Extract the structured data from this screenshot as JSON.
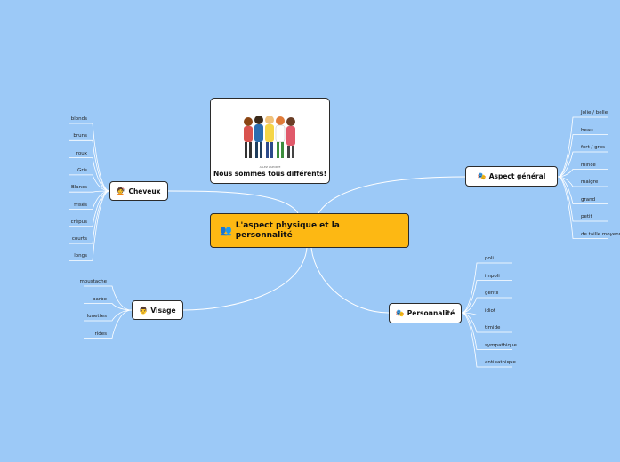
{
  "colors": {
    "background": "#9cc9f7",
    "central": "#fdb813",
    "line": "#ffffff",
    "node": "#ffffff"
  },
  "central": {
    "icon": "two-persons-icon",
    "title_line1": "L'aspect physique et la",
    "title_line2": "personnalité"
  },
  "image_card": {
    "caption": "Nous sommes tous différents!",
    "small_text": "ALLEZ LAPORTE",
    "icon": "diverse-people-illustration"
  },
  "branches": {
    "cheveux": {
      "label": "Cheveux",
      "icon": "haircut-face-icon",
      "items": [
        "blonds",
        "bruns",
        "roux",
        "Gris",
        "Blancs",
        "frisés",
        "crépus",
        "courts",
        "longs"
      ]
    },
    "visage": {
      "label": "Visage",
      "icon": "face-icon",
      "items": [
        "moustache",
        "barbe",
        "lunettes",
        "rides"
      ]
    },
    "aspect": {
      "label": "Aspect général",
      "icon": "theater-masks-icon",
      "items": [
        "Jolie / belle",
        "beau",
        "fort / gros",
        "mince",
        "maigre",
        "grand",
        "petit",
        "de taille moyenne"
      ]
    },
    "personnalite": {
      "label": "Personnalité",
      "icon": "theater-masks-icon",
      "items": [
        "poli",
        "impoli",
        "gentil",
        "idiot",
        "timide",
        "sympathique",
        "antipathique"
      ]
    }
  }
}
